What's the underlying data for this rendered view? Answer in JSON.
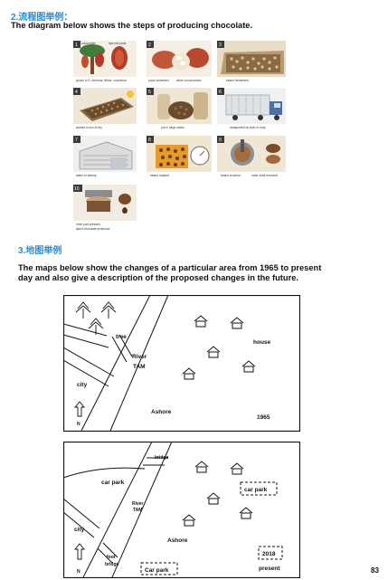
{
  "section1": {
    "heading": "2.流程图举例：",
    "subtitle": "The diagram below shows the steps of producing chocolate."
  },
  "diagram": {
    "steps": [
      {
        "num": "1",
        "captions": [
          "cocoa tree",
          "ripe red pods",
          "grown in S. America, Africa, Indonesia"
        ]
      },
      {
        "num": "2",
        "captions": [
          "pods harvested",
          "white cocoa beans"
        ]
      },
      {
        "num": "3",
        "captions": [
          "beans fermented"
        ]
      },
      {
        "num": "4",
        "captions": [
          "spread in sun to dry"
        ]
      },
      {
        "num": "5",
        "captions": [
          "put in large sacks"
        ]
      },
      {
        "num": "6",
        "captions": [
          "transported by train or lorry"
        ]
      },
      {
        "num": "7",
        "captions": [
          "taken to factory"
        ]
      },
      {
        "num": "8",
        "captions": [
          "beans roasted"
        ]
      },
      {
        "num": "9",
        "captions": [
          "beans crushed",
          "outer shell removed"
        ]
      },
      {
        "num": "10",
        "captions": [
          "inner part pressed",
          "liquid chocolate produced"
        ]
      }
    ]
  },
  "section2": {
    "heading": "3.地图举例",
    "subtitle_line1": "The maps below show the changes of a particular area from 1965 to present",
    "subtitle_line2": "day and also give a description of the proposed changes in the future."
  },
  "map1": {
    "tree": "tree",
    "river_line1": "River",
    "river_line2": "TAM",
    "house": "house",
    "city": "city",
    "north": "N",
    "ashore": "Ashore",
    "year": "1965"
  },
  "map2": {
    "bridge": "bridge",
    "car_park_left": "car park",
    "car_park_right": "car park",
    "car_park_bottom": "Car park",
    "river_line1": "River",
    "river_line2": "TAM",
    "city": "city",
    "north": "N",
    "ashore": "Ashore",
    "foot_line1": "foot",
    "foot_line2": "bridge",
    "badge": "2018",
    "year": "present"
  },
  "page_number": "83"
}
